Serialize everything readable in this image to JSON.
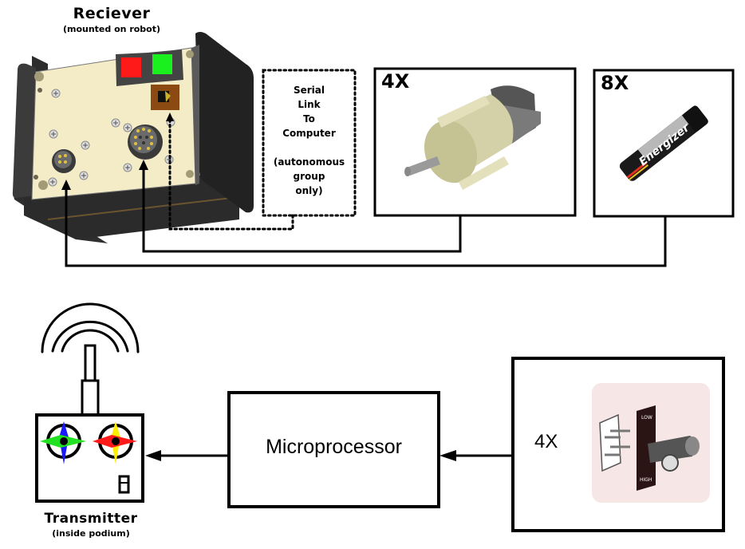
{
  "receiver": {
    "title": "Reciever",
    "subtitle": "(mounted on robot)",
    "led_colors": [
      "#ff1a1a",
      "#19f01e"
    ]
  },
  "serial_link": {
    "lines": [
      "Serial",
      "Link",
      "To",
      "Computer",
      "",
      "(autonomous",
      "group",
      "only)"
    ]
  },
  "motor_box": {
    "quantity": "4X",
    "item": "motor-icon"
  },
  "battery_box": {
    "quantity": "8X",
    "item": "battery-icon",
    "brand": "Energizer"
  },
  "transmitter": {
    "title": "Transmitter",
    "subtitle": "(inside podium)",
    "display_digit": "0",
    "joystick_colors": {
      "left": [
        "#1a1aff",
        "#22e022"
      ],
      "right": [
        "#ffee00",
        "#ff1a1a"
      ]
    }
  },
  "microprocessor": {
    "label": "Microprocessor"
  },
  "switch_box": {
    "quantity": "4X",
    "item": "toggle-switch-icon",
    "switch_labels": [
      "LOW",
      "HIGH"
    ]
  }
}
